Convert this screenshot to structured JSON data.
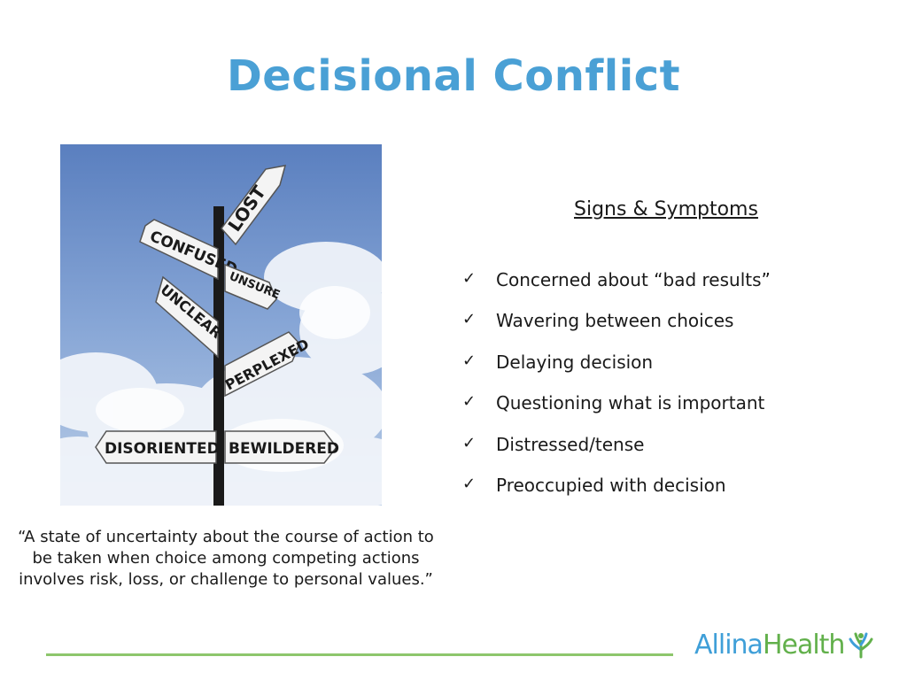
{
  "slide": {
    "title": "Decisional Conflict",
    "quote": "“A state of uncertainty about the course of action to be taken when choice among competing actions involves risk, loss, or challenge to personal values.”",
    "signs_heading": "Signs & Symptoms",
    "check_icon": "checkmark-icon",
    "symptoms": [
      "Concerned about “bad results”",
      "Wavering between choices",
      "Delaying decision",
      "Questioning what is important",
      "Distressed/tense",
      "Preoccupied with decision"
    ]
  },
  "image": {
    "signs": [
      "LOST",
      "CONFUSED",
      "UNSURE",
      "UNCLEAR",
      "PERPLEXED",
      "DISORIENTED",
      "BEWILDERED"
    ]
  },
  "brand": {
    "name_part1": "Allina",
    "name_part2": "Health",
    "blue": "#3f9fd8",
    "green": "#62b04b"
  },
  "colors": {
    "title": "#4aa0d5",
    "rule": "#8dc66c"
  }
}
